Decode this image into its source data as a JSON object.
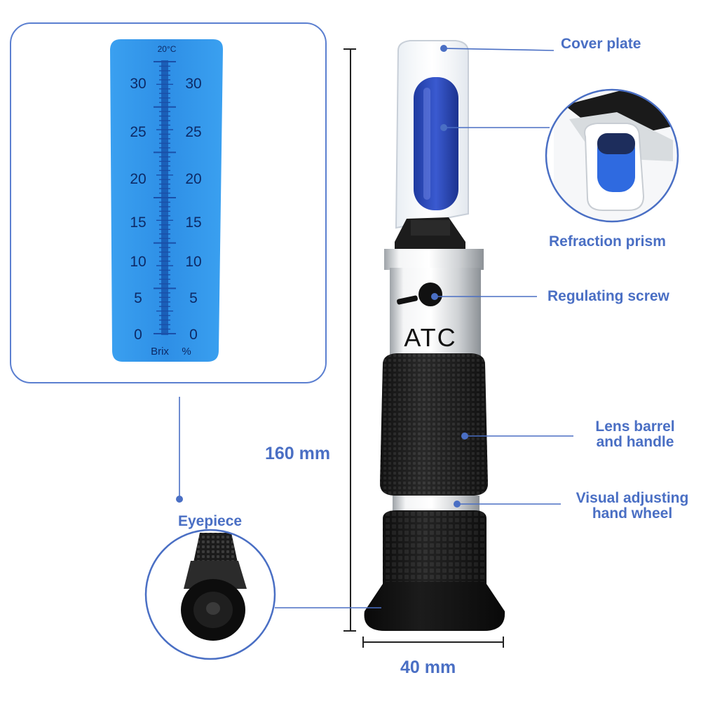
{
  "scale": {
    "temp_label": "20°C",
    "left_ticks": [
      "30",
      "25",
      "20",
      "15",
      "10",
      "5",
      "0"
    ],
    "right_ticks": [
      "30",
      "25",
      "20",
      "15",
      "10",
      "5",
      "0"
    ],
    "bottom_left": "Brix",
    "bottom_right": "%"
  },
  "device": {
    "brand_text": "ATC"
  },
  "labels": {
    "cover_plate": "Cover plate",
    "refraction_prism": "Refraction prism",
    "regulating_screw": "Regulating screw",
    "lens_barrel_line1": "Lens barrel",
    "lens_barrel_line2": "and handle",
    "visual_adjust_line1": "Visual adjusting",
    "visual_adjust_line2": "hand wheel",
    "eyepiece": "Eyepiece"
  },
  "dimensions": {
    "height": "160 mm",
    "width": "40 mm"
  },
  "colors": {
    "accent": "#4a6fc4",
    "scale_blue": "#2f8fe6",
    "scale_dark": "#1a4fa8",
    "prism_blue": "#2e49b8",
    "handle_black": "#1a1a1a"
  }
}
